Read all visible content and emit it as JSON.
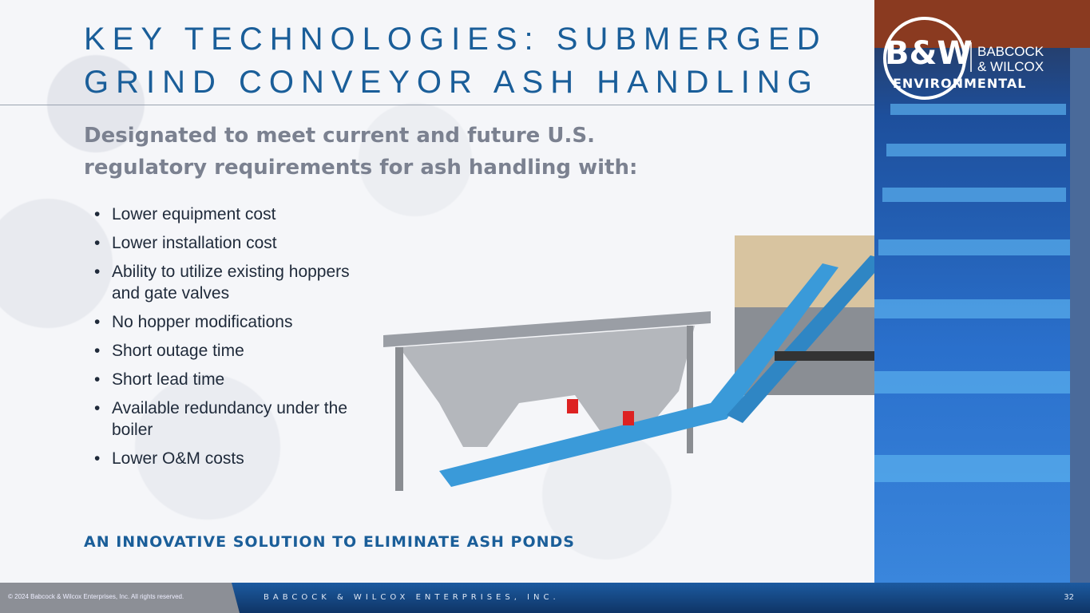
{
  "slide": {
    "title_line1": "KEY TECHNOLOGIES: SUBMERGED",
    "title_line2": "GRIND CONVEYOR ASH HANDLING",
    "subtitle": "Designated to meet current and future U.S. regulatory requirements for ash handling with:",
    "bullets": [
      "Lower equipment cost",
      "Lower installation cost",
      "Ability to utilize existing hoppers and gate valves",
      "No hopper modifications",
      "Short outage time",
      "Short lead time",
      "Available redundancy under the boiler",
      "Lower O&M costs"
    ],
    "tagline": "AN INNOVATIVE SOLUTION TO ELIMINATE ASH PONDS"
  },
  "logo": {
    "mark": "B&W",
    "line1": "BABCOCK",
    "line2": "& WILCOX",
    "line3": "ENVIRONMENTAL"
  },
  "footer": {
    "copyright": "© 2024 Babcock & Wilcox Enterprises, Inc. All rights reserved.",
    "company": "BABCOCK & WILCOX ENTERPRISES, INC.",
    "page_number": "32"
  },
  "colors": {
    "accent": "#1a5e99",
    "subtitle": "#7b8190",
    "conveyor": "#3a9ad9"
  }
}
